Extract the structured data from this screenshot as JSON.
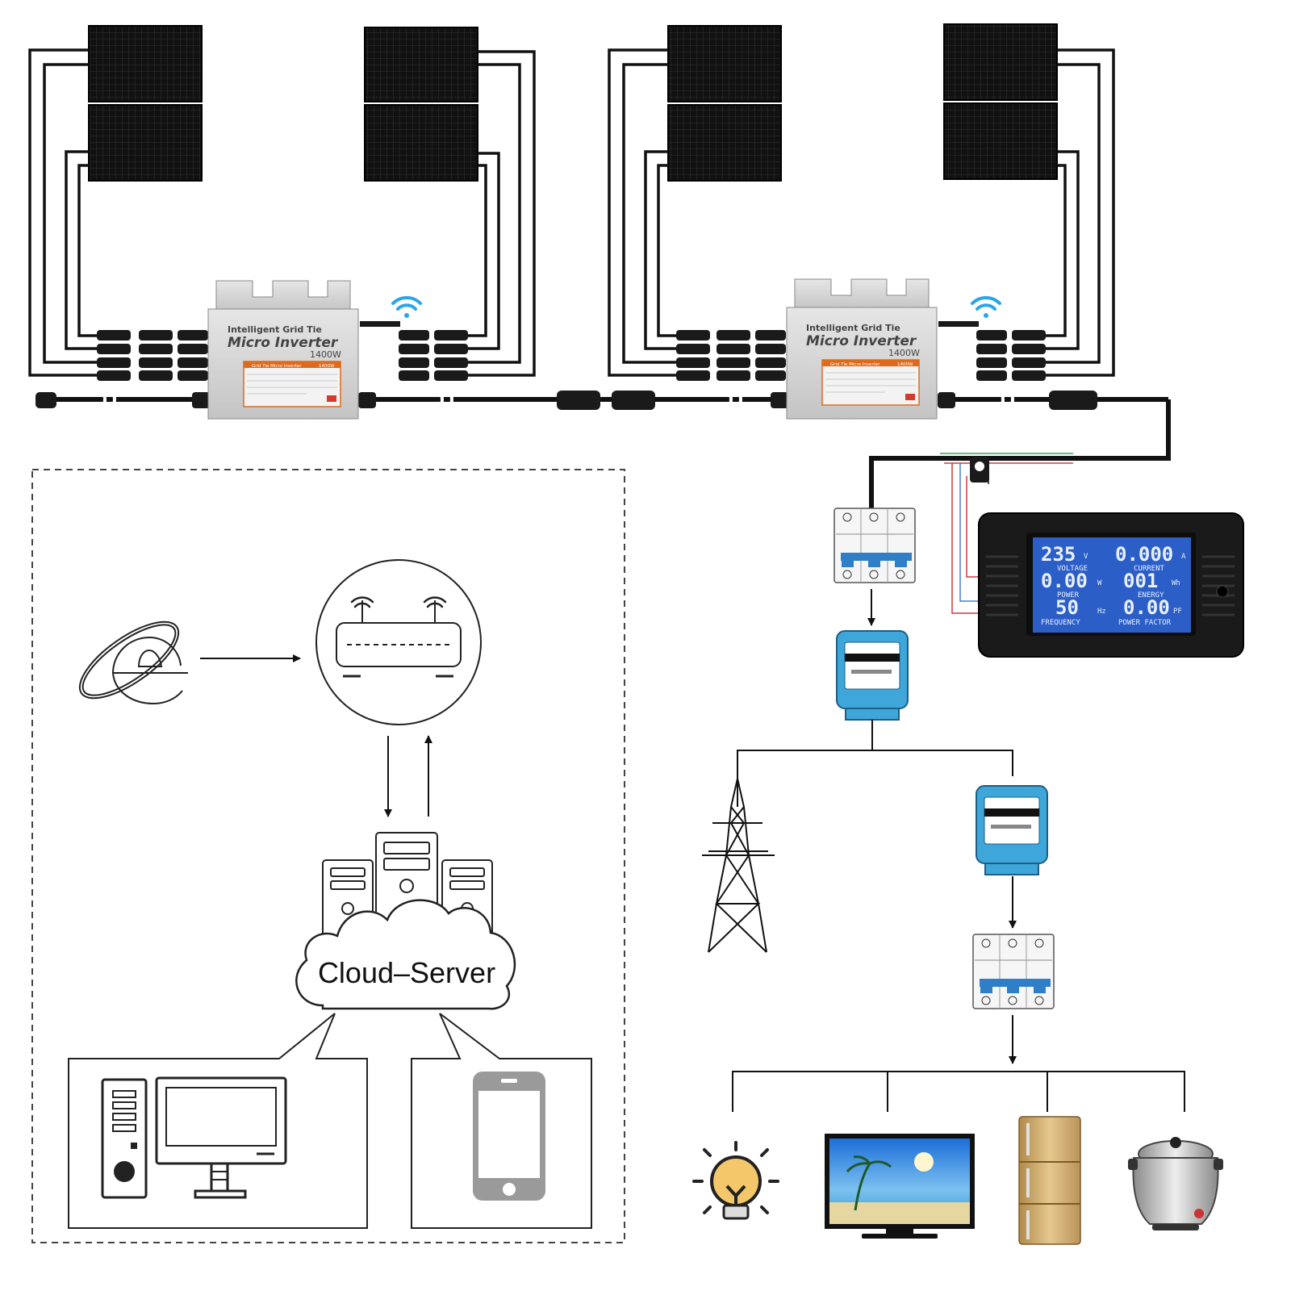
{
  "inverters": [
    {
      "line1": "Intelligent Grid Tie",
      "line2": "Micro Inverter",
      "line3": "1400W",
      "label_title": "Grid Tie Micro Inverter",
      "label_power": "1400W"
    },
    {
      "line1": "Intelligent Grid Tie",
      "line2": "Micro Inverter",
      "line3": "1400W",
      "label_title": "Grid Tie Micro Inverter",
      "label_power": "1400W"
    }
  ],
  "meter_display": {
    "voltage_value": "235",
    "voltage_unit": "V",
    "voltage_label": "VOLTAGE",
    "current_value": "0.000",
    "current_unit": "A",
    "current_label": "CURRENT",
    "power_value": "0.00",
    "power_unit": "W",
    "power_label": "POWER",
    "energy_value": "001",
    "energy_unit": "Wh",
    "energy_label": "ENERGY",
    "frequency_value": "50",
    "frequency_unit": "Hz",
    "frequency_label": "FREQUENCY",
    "pf_value": "0.00",
    "pf_unit": "PF",
    "pf_label": "POWER FACTOR"
  },
  "cloud": {
    "label": "Cloud–Server"
  },
  "colors": {
    "meter_blue": "#3ea6d8",
    "lcd_blue": "#2c5ec8",
    "breaker_blue": "#2f7fc8",
    "panel": "#0c0c0c"
  },
  "icons": [
    "solar-panel-icon",
    "micro-inverter-icon",
    "wifi-icon",
    "browser-icon",
    "router-icon",
    "server-icon",
    "cloud-icon",
    "desktop-computer-icon",
    "smartphone-icon",
    "breaker-icon",
    "energy-meter-icon",
    "power-meter-icon",
    "transmission-tower-icon",
    "light-bulb-icon",
    "television-icon",
    "refrigerator-icon",
    "rice-cooker-icon"
  ]
}
